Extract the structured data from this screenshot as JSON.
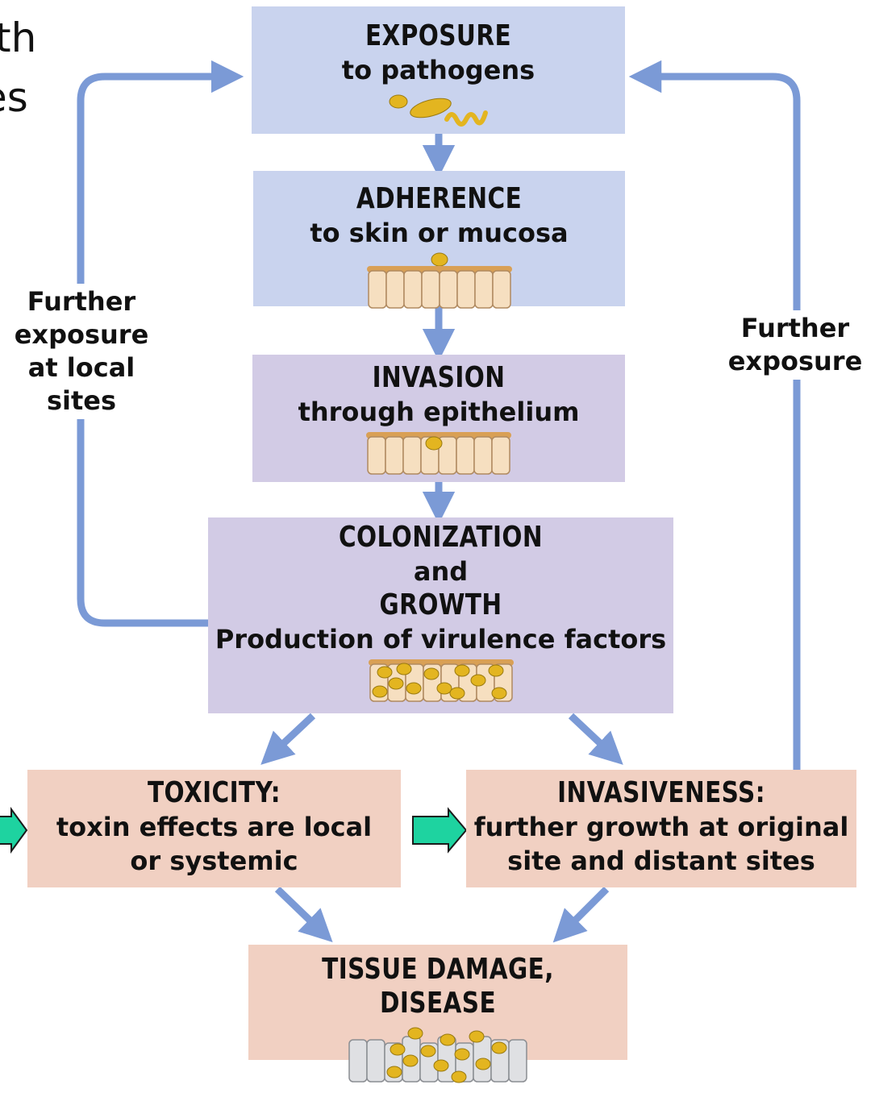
{
  "fragment_left": {
    "line1": "th",
    "line2": "es"
  },
  "nodes": {
    "exposure": {
      "title": "EXPOSURE",
      "subtitle": "to pathogens"
    },
    "adherence": {
      "title": "ADHERENCE",
      "subtitle": "to skin or mucosa"
    },
    "invasion": {
      "title": "INVASION",
      "subtitle": "through epithelium"
    },
    "colonization": {
      "title": "COLONIZATION",
      "connector": "and",
      "title2": "GROWTH",
      "subtitle": "Production of virulence factors"
    },
    "toxicity": {
      "title": "TOXICITY:",
      "line1": "toxin effects are local",
      "line2": "or systemic"
    },
    "invasiveness": {
      "title": "INVASIVENESS:",
      "line1": "further growth at original",
      "line2": "site and distant sites"
    },
    "tissue_damage": {
      "title": "TISSUE DAMAGE, DISEASE"
    }
  },
  "loops": {
    "left": {
      "line1": "Further",
      "line2": "exposure",
      "line3": "at local",
      "line4": "sites"
    },
    "right": {
      "line1": "Further",
      "line2": "exposure"
    }
  },
  "colors": {
    "arrow": "#7b9ad6",
    "green_arrow": "#1ed3a0",
    "blue_box": "#c9d3ee",
    "purple_box": "#d2cbe5",
    "salmon_box": "#f1d0c2",
    "pathogen": "#e3b520",
    "cell": "#f6dfc0"
  }
}
